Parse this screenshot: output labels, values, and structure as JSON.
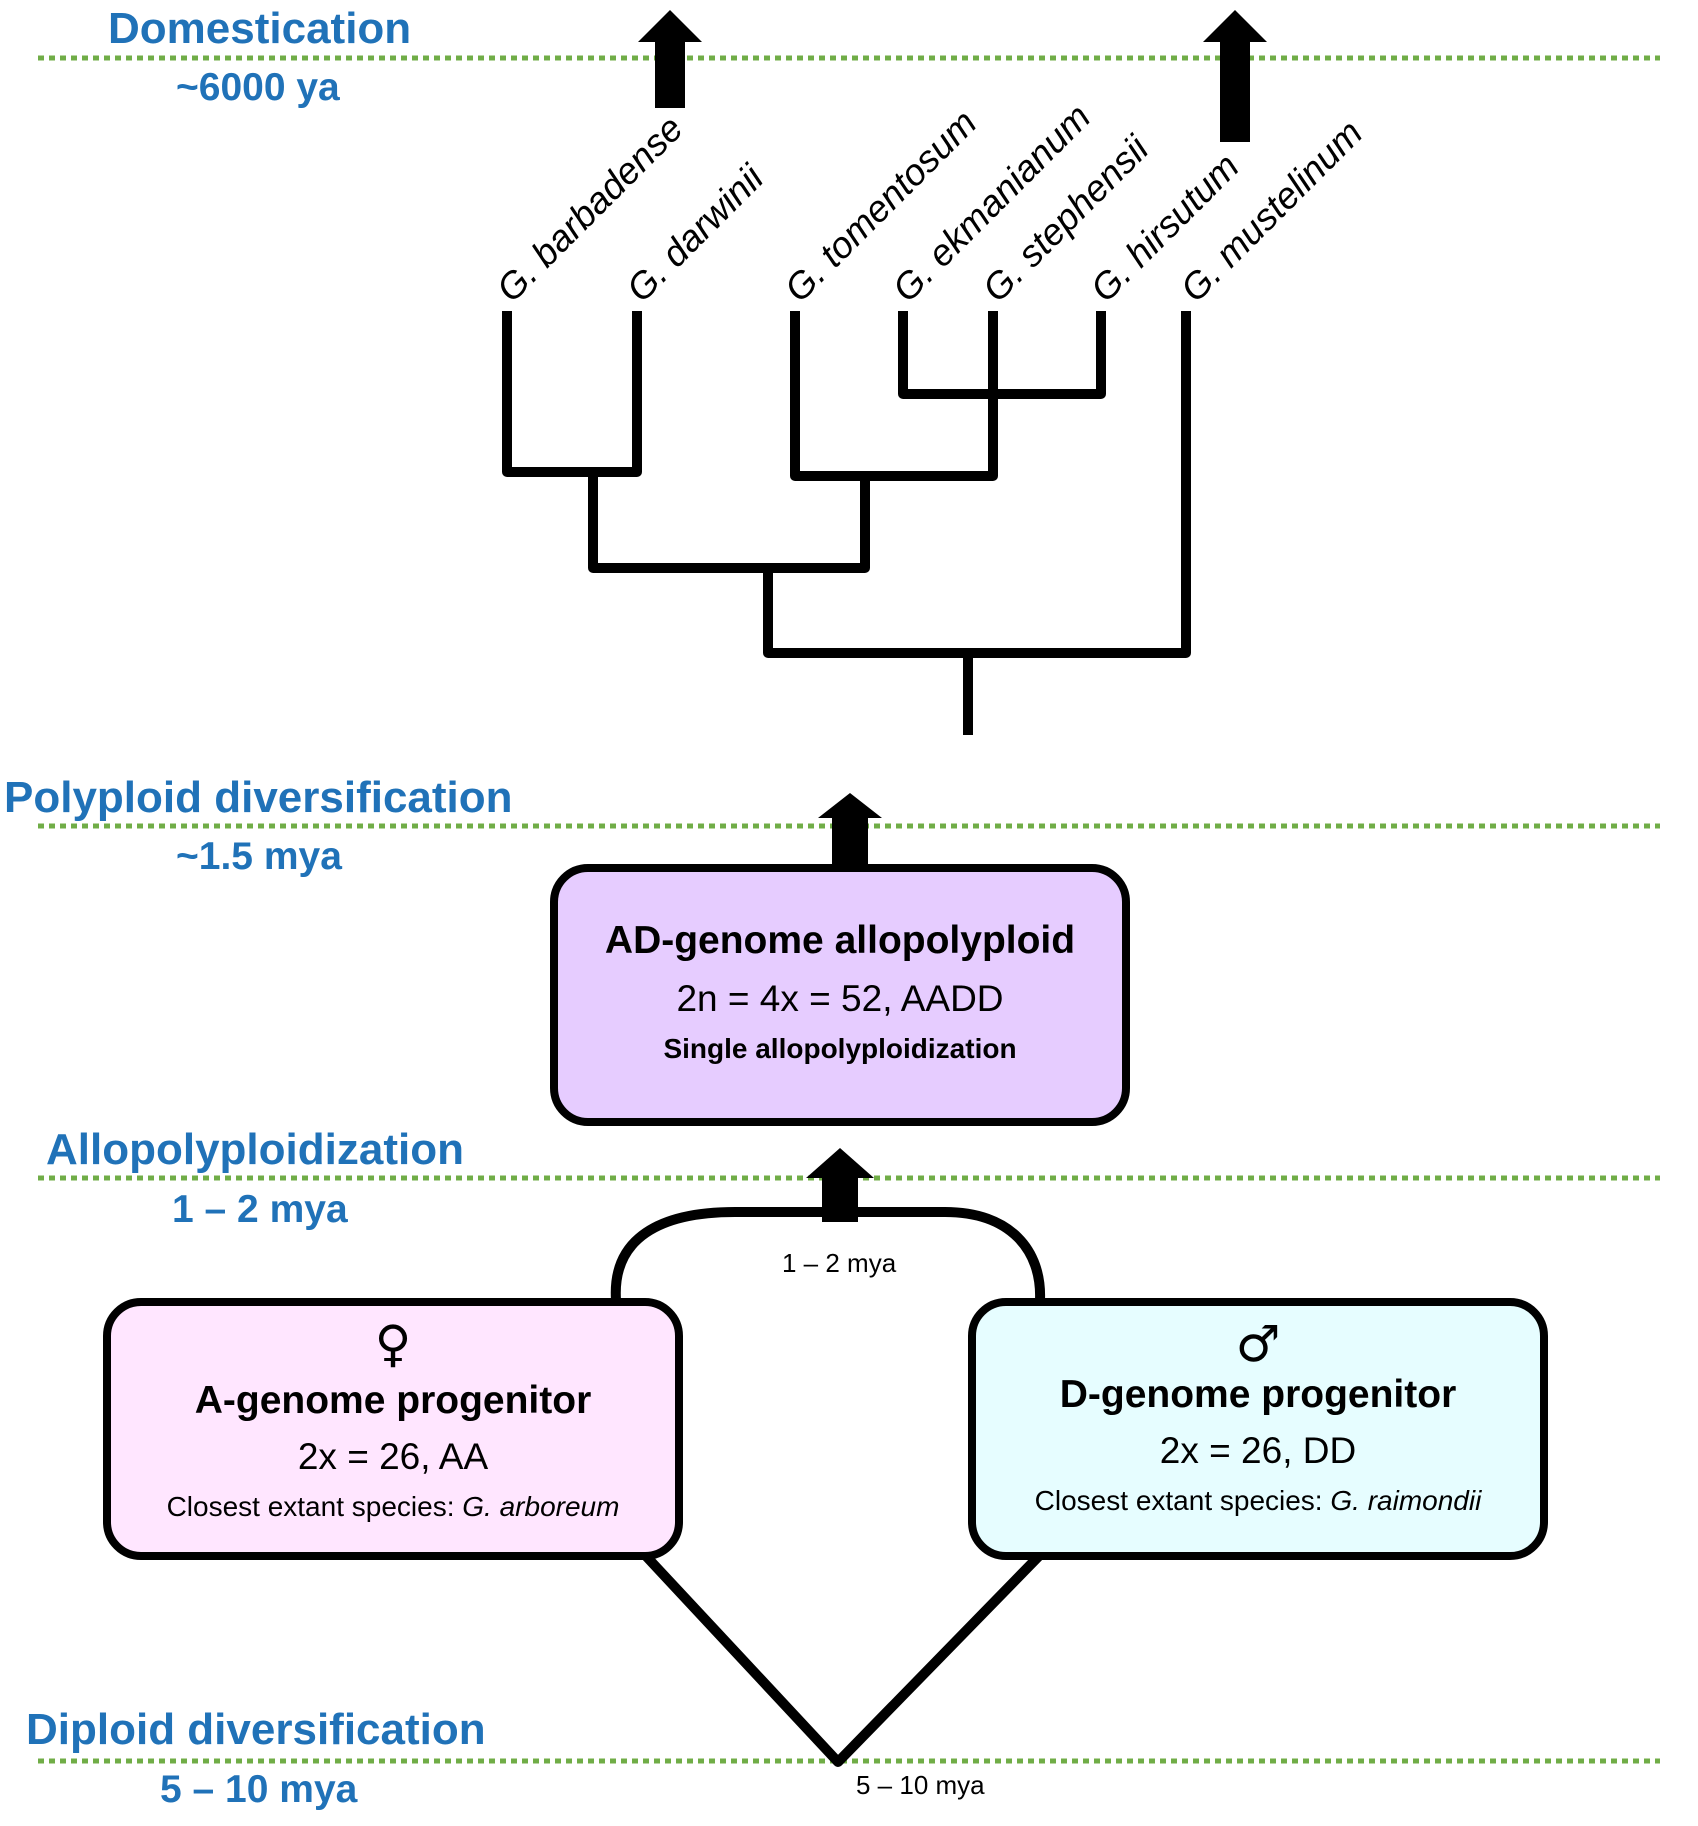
{
  "eras": [
    {
      "title": "Domestication",
      "time": "~6000 ya"
    },
    {
      "title": "Polyploid diversification",
      "time": "~1.5 mya"
    },
    {
      "title": "Allopolyploidization",
      "time": "1 – 2 mya"
    },
    {
      "title": "Diploid diversification",
      "time": "5 – 10 mya"
    }
  ],
  "species": [
    "G. barbadense",
    "G. darwinii",
    "G. tomentosum",
    "G. ekmanianum",
    "G. stephensii",
    "G. hirsutum",
    "G. mustelinum"
  ],
  "allopolyploid_box": {
    "title": "AD-genome allopolyploid",
    "formula": "2n = 4x = 52, AADD",
    "note": "Single allopolyploidization"
  },
  "a_genome_box": {
    "symbol": "♀",
    "title": "A-genome progenitor",
    "formula": "2x = 26, AA",
    "note_prefix": "Closest extant species: ",
    "note_species": "G. arboreum"
  },
  "d_genome_box": {
    "symbol": "♂",
    "title": "D-genome progenitor",
    "formula": "2x = 26, DD",
    "note_prefix": "Closest extant species: ",
    "note_species": "G. raimondii"
  },
  "branch_labels": {
    "merge_time": "1 – 2 mya",
    "split_time": "5 – 10 mya"
  },
  "colors": {
    "era_text": "#2072b8",
    "dotted_line": "#70ad47",
    "allopolyploid_fill": "#e6ccff",
    "a_genome_fill": "#ffe6ff",
    "d_genome_fill": "#e6fdff"
  }
}
